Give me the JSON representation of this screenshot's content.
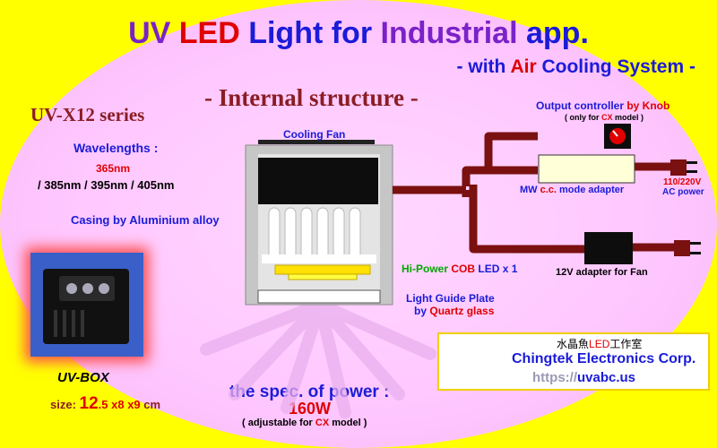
{
  "title": {
    "uv": "UV",
    "led": "LED",
    "light": "Light for",
    "industrial": "Industrial",
    "app": "app."
  },
  "subtitle": {
    "prefix": "- with",
    "air": "Air",
    "suffix": "Cooling System -"
  },
  "section_title": "- Internal structure -",
  "series": "UV-X12 series",
  "wavelengths": {
    "title": "Wavelengths :",
    "main": "365nm",
    "others": "/ 385nm / 395nm / 405nm"
  },
  "casing": "Casing by Aluminium alloy",
  "product": {
    "name": "UV-BOX",
    "size_label": "size:",
    "size_a": "12",
    "size_b": ".5 x8 x9",
    "size_unit": "cm"
  },
  "power": {
    "title": "the spec. of power :",
    "value": "160W",
    "note_prefix": "( adjustable for",
    "note_cx": "CX",
    "note_suffix": "model )"
  },
  "diagram": {
    "cooling_fan": "Cooling Fan",
    "cob_prefix": "Hi-Power",
    "cob_mid": "COB",
    "cob_suffix": "LED x 1",
    "lgp_line1": "Light Guide Plate",
    "lgp_prefix": "by",
    "lgp_quartz": "Quartz glass",
    "output_prefix": "Output controller",
    "output_knob": "by Knob",
    "output_note_prefix": "( only for",
    "output_note_cx": "CX",
    "output_note_suffix": "model )",
    "mw_prefix": "MW",
    "mw_cc": "c.c.",
    "mw_suffix": "mode adapter",
    "voltage": "110/220V",
    "ac_power": "AC power",
    "fan_adapter": "12V adapter for Fan"
  },
  "logo": {
    "cn_prefix": "水晶魚",
    "cn_led": "LED",
    "cn_suffix": "工作室",
    "company": "Chingtek Electronics Corp.",
    "url_prefix": "https://",
    "url_domain": "uvabc.us"
  },
  "colors": {
    "background_outer": "#ffff00",
    "background_inner": "#ffc8ff",
    "cable": "#7a1010",
    "accent_red": "#e00000",
    "accent_blue": "#1b1bd8",
    "accent_purple": "#7a22c8"
  }
}
